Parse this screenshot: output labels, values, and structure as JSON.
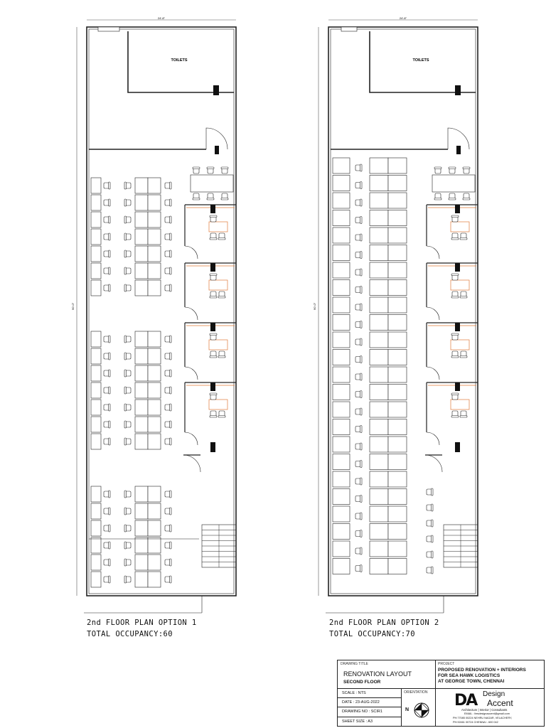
{
  "plans": [
    {
      "toilets_label": "TOILETS",
      "dim_top": "24'-8\"",
      "dim_side": "90'-0\"",
      "caption": "2nd FLOOR PLAN OPTION 1",
      "occupancy": "TOTAL OCCUPANCY:60"
    },
    {
      "toilets_label": "TOILETS",
      "dim_top": "24'-8\"",
      "dim_side": "90'-0\"",
      "caption": "2nd FLOOR PLAN OPTION 2",
      "occupancy": "TOTAL OCCUPANCY:70"
    }
  ],
  "title_block": {
    "drawing_title_label": "DRAWING TITLE",
    "drawing_title": "RENOVATION LAYOUT",
    "drawing_subtitle": "SECOND FLOOR",
    "project_label": "PROJECT",
    "project_line1": "PROPOSED RENOVATION + INTERIORS",
    "project_line2": "FOR SEA HAWK LOGISTICS",
    "project_line3": "AT GEORGE TOWN, CHENNAI",
    "scale": "SCALE   : NTS",
    "date": "DATE   : 23-AUG-2022",
    "drawing_no": "DRAWING NO : SCIR1",
    "sheet_size": "SHEET SIZE : A3",
    "orientation_label": "ORIENTATION",
    "north_letter": "N",
    "logo_text": "DA",
    "firm_line1": "Design",
    "firm_line2": "Accent",
    "firm_tagline": "Architecture | Interior | Consultants",
    "email": "EMAIL : ltesdesignaccent@gmail.com",
    "phone_line1": "PH:77085 00224  NEHRU NAGAR, VELACHERY,",
    "phone_line2": "PH:92461 00724     CHENNAI - 600 042"
  },
  "colors": {
    "line": "#222222",
    "accent": "#e07b39"
  }
}
